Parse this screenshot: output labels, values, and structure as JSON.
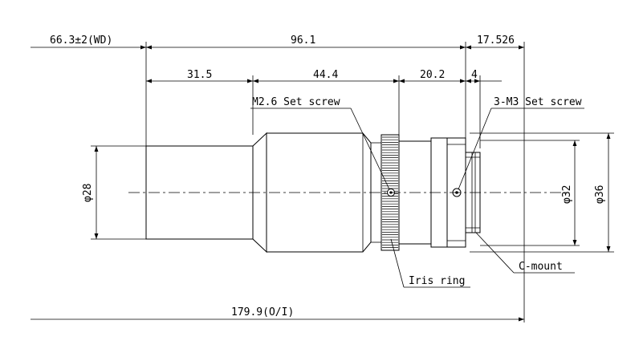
{
  "dimensions": {
    "wd": "66.3±2(WD)",
    "total_lens": "96.1",
    "flange": "17.526",
    "seg1": "31.5",
    "seg2": "44.4",
    "seg3": "20.2",
    "seg4": "4",
    "overall": "179.9(O/I)",
    "dia_front": "φ28",
    "dia_rear_inner": "φ32",
    "dia_rear_outer": "φ36"
  },
  "labels": {
    "set_screw_m26": "M2.6 Set screw",
    "set_screw_m3": "3-M3 Set screw",
    "iris_ring": "Iris ring",
    "c_mount": "C-mount"
  }
}
